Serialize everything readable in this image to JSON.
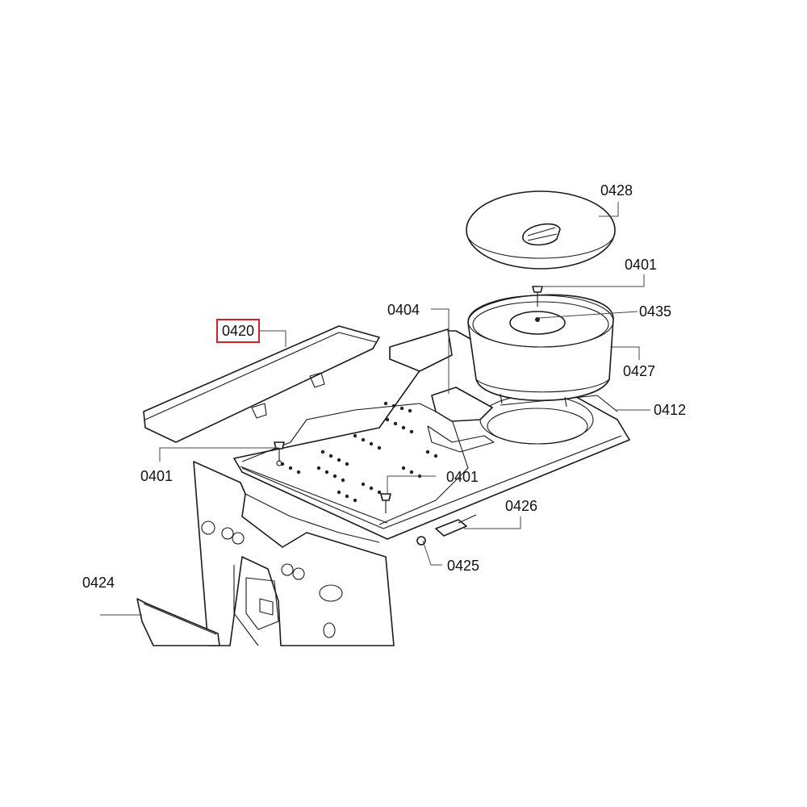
{
  "callouts": {
    "c0428": "0428",
    "c0401_top": "0401",
    "c0435": "0435",
    "c0404": "0404",
    "c0420": "0420",
    "c0427": "0427",
    "c0412": "0412",
    "c0401_left": "0401",
    "c0401_mid": "0401",
    "c0426": "0426",
    "c0425": "0425",
    "c0424": "0424"
  },
  "highlighted_part": "0420",
  "colors": {
    "highlight": "#d0202a",
    "line": "#1a1a1a"
  }
}
